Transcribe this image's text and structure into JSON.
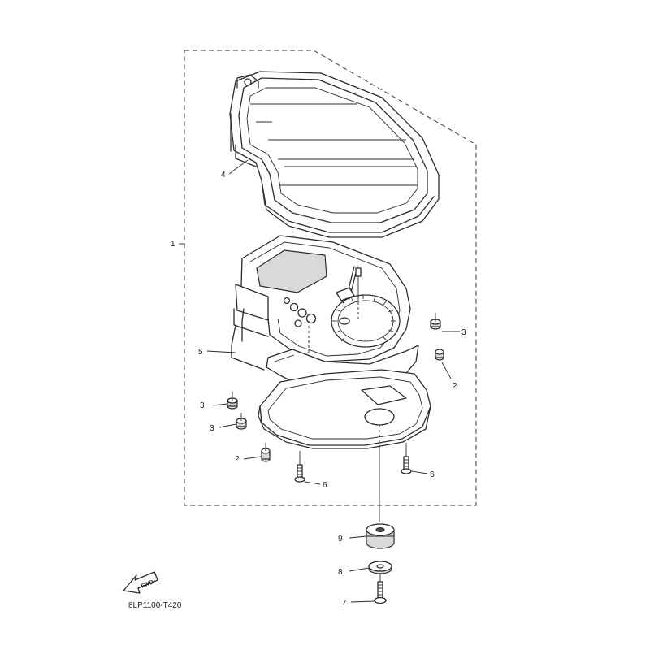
{
  "callouts": {
    "c1": "1",
    "c2a": "2",
    "c2b": "2",
    "c3a": "3",
    "c3b": "3",
    "c3c": "3",
    "c4": "4",
    "c5": "5",
    "c6a": "6",
    "c6b": "6",
    "c7": "7",
    "c8": "8",
    "c9": "9"
  },
  "fwd_label": "FWD",
  "diagram_code": "8LP1100-T420"
}
